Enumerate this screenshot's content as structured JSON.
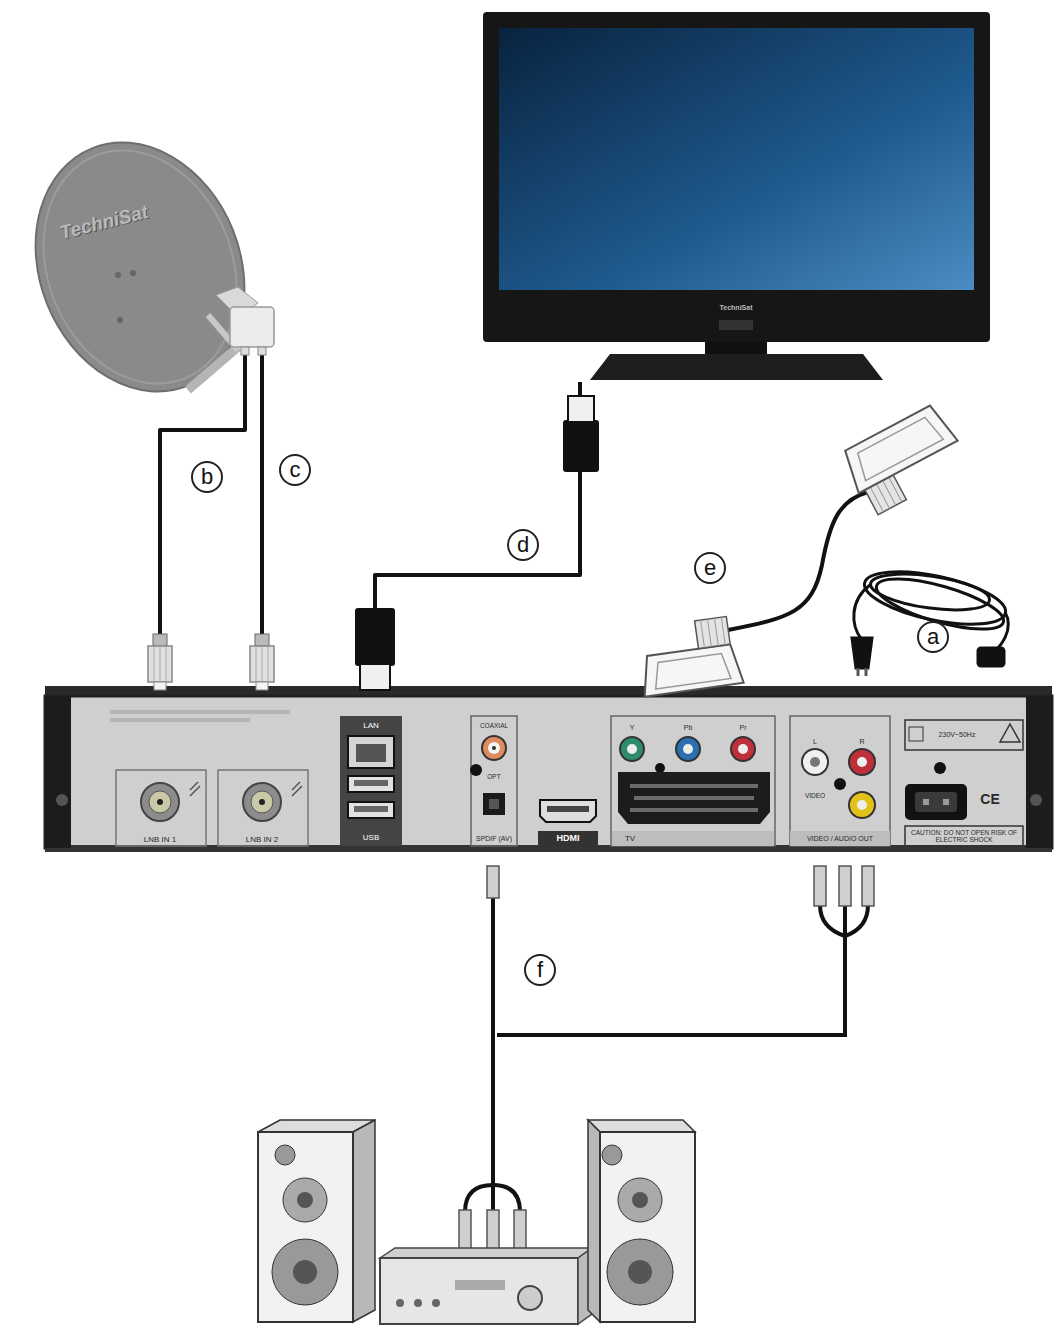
{
  "diagram": {
    "nodes": [
      {
        "text": [
          "TechniSat"
        ]
      },
      {
        "text": [
          "TechniSat"
        ]
      },
      {
        "text": [
          "LNB IN 1",
          "LNB IN 2",
          "LAN",
          "USB",
          "COAXIAL",
          "OPT",
          "SPDIF (AV)",
          "HDMI",
          "Y",
          "Pb",
          "Pr",
          "TV",
          "L",
          "R",
          "VIDEO",
          "VIDEO / AUDIO OUT",
          "230V~50Hz",
          "CE",
          "CAUTION: DO NOT OPEN RISK OF ELECTRIC SHOCK"
        ]
      }
    ],
    "edges": [
      {
        "from": 0,
        "to": 2,
        "arrow": "none",
        "label": "b"
      },
      {
        "from": 0,
        "to": 2,
        "arrow": "none",
        "label": "c"
      },
      {
        "from": 2,
        "to": 1,
        "arrow": "none",
        "label": "d"
      }
    ],
    "labels": [
      "e",
      "a",
      "f"
    ]
  }
}
